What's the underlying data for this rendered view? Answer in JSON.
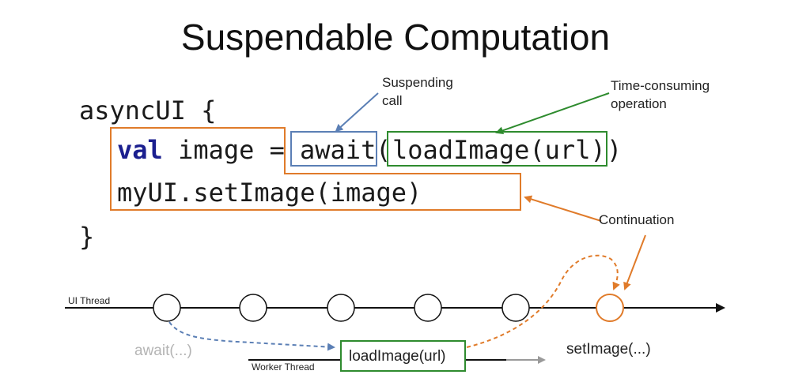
{
  "title": "Suspendable Computation",
  "code": {
    "line1": "asyncUI {",
    "keyword": "val",
    "line2_rest": " image = ",
    "await_word": "await",
    "open_paren": "(",
    "load_call": "loadImage(url)",
    "close_paren": ")",
    "line3": "myUI.setImage(image)",
    "line4": "}"
  },
  "annotations": {
    "suspending_line1": "Suspending",
    "suspending_line2": "call",
    "timeconsuming_line1": "Time-consuming",
    "timeconsuming_line2": "operation",
    "continuation": "Continuation"
  },
  "timeline": {
    "ui_thread_label": "UI Thread",
    "worker_thread_label": "Worker Thread",
    "await_label": "await(...)",
    "load_label": "loadImage(url)",
    "setimage_label": "setImage(...)"
  },
  "colors": {
    "suspending": "#5b7fb5",
    "timeconsuming": "#2e8b2e",
    "continuation": "#e07b2a",
    "keyword": "#1b1f8f"
  }
}
